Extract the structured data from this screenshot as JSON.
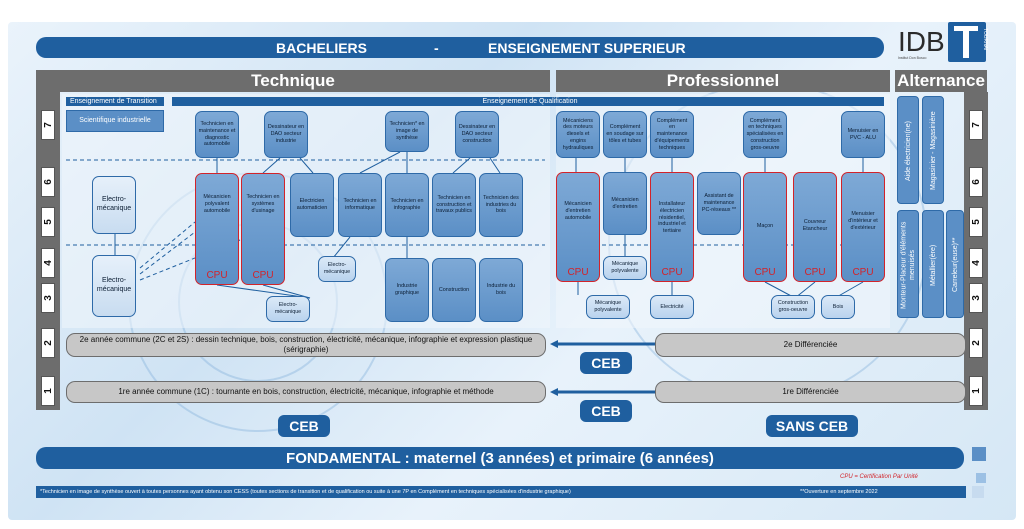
{
  "header": {
    "title_left": "BACHELIERS",
    "dash": "-",
    "title_right": "ENSEIGNEMENT SUPERIEUR"
  },
  "logo": {
    "text": "IDB",
    "side": "TOURNAI",
    "small": "Institut Don Bosco"
  },
  "sections": {
    "technique": "Technique",
    "professionnel": "Professionnel",
    "alternance": "Alternance"
  },
  "sublabels": {
    "transition": "Enseignement de Transition",
    "qualification": "Enseignement de Qualification"
  },
  "years": [
    "7",
    "6",
    "5",
    "4",
    "3",
    "2",
    "1"
  ],
  "transition_box": "Scientifique industrielle",
  "tech_top": [
    "Technicien en maintenance et diagnostic automobile",
    "Dessinateur en DAO secteur industrie",
    "Technicien* en image de synthèse",
    "Dessinateur en DAO secteur construction"
  ],
  "tech_mid": {
    "electro1": "Electro-mécanique",
    "electro2": "Electro-mécanique",
    "meca_auto": "Mécanicien polyvalent automobile",
    "tech_usinage": "Technicien en systèmes d'usinage",
    "electricien_auto": "Electricien automaticien",
    "tech_info": "Technicien en informatique",
    "tech_infographie": "Technicien en infographie",
    "tech_construction": "Technicien en construction et travaux publics",
    "tech_bois": "Technicien des industries du bois",
    "electro_small": "Electro-mécanique",
    "electro_small2": "Electro-mécanique",
    "indus_graph": "Industrie graphique",
    "construction": "Construction",
    "indus_bois": "Industrie du bois",
    "cpu": "CPU"
  },
  "pro_top": [
    "Mécaniciens des moteurs diesels et engins hydrauliques",
    "Complément en soudage sur tôles et tubes",
    "Complément en maintenance d'équipements techniques",
    "Complément en techniques spécialisées en construction gros-oeuvre",
    "Menuisier en PVC - ALU"
  ],
  "pro_mid": {
    "meca_entretien_auto": "Mécanicien d'entretien automobile",
    "meca_entretien": "Mécanicien d'entretien",
    "installateur": "Installateur électricien résidentiel, industriel et tertiaire",
    "assistant": "Assistant de maintenance PC-réseaux **",
    "macon": "Maçon",
    "couvreur": "Couvreur Etancheur",
    "menuisier": "Menuisier d'intérieur et d'extérieur",
    "meca_poly": "Mécanique polyvalente",
    "meca_poly2": "Mécanique polyvalente",
    "electricite": "Electricité",
    "construction_go": "Construction gros-oeuvre",
    "bois": "Bois"
  },
  "alternance": [
    "Aide électricien(ne)",
    "Magasinier - Magasinière",
    "Monteur-Placeur d'éléments menuisés",
    "Métallier(ère)",
    "Carreleur(euse)**"
  ],
  "common": {
    "year2": "2e année commune (2C et 2S) : dessin technique, bois, construction, électricité, mécanique, infographie et expression plastique (sérigraphie)",
    "year1": "1re année commune (1C) : tournante en bois, construction, électricité, mécanique, infographie et méthode",
    "diff2": "2e Différenciée",
    "diff1": "1re Différenciée",
    "ceb": "CEB",
    "ceb_left": "CEB",
    "sans_ceb": "SANS CEB"
  },
  "fondamental": "FONDAMENTAL : maternel (3 années) et primaire (6 années)",
  "footer": {
    "cpu_note": "CPU = Certification Par Unité",
    "note1": "*Technicien en image de synthèse ouvert à toutes personnes ayant obtenu son CESS (toutes sections de transition et de qualification ou suite à une 7P en Complément en techniques spécialisées d'industrie graphique)",
    "note2": "**Ouverture en septembre 2022"
  },
  "colors": {
    "primary": "#1f5f9f",
    "gray": "#6d6d6d",
    "cpu_red": "#d2232a"
  }
}
